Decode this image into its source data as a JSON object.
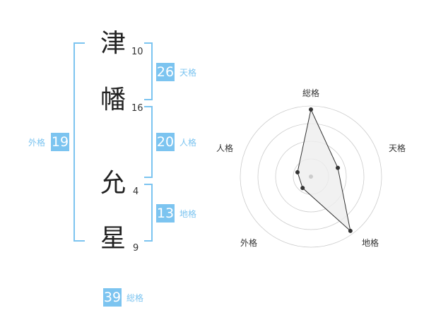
{
  "name": {
    "chars": [
      {
        "char": "津",
        "strokes": "10"
      },
      {
        "char": "幡",
        "strokes": "16"
      },
      {
        "char": "允",
        "strokes": "4"
      },
      {
        "char": "星",
        "strokes": "9"
      }
    ]
  },
  "fortunes": {
    "tenkaku": {
      "value": "26",
      "label": "天格"
    },
    "jinkaku": {
      "value": "20",
      "label": "人格"
    },
    "chikaku": {
      "value": "13",
      "label": "地格"
    },
    "gaikaku": {
      "value": "19",
      "label": "外格"
    },
    "soukaku": {
      "value": "39",
      "label": "総格"
    }
  },
  "radar": {
    "axes": [
      "総格",
      "天格",
      "地格",
      "外格",
      "人格"
    ],
    "values": [
      0.95,
      0.4,
      0.95,
      0.2,
      0.2
    ],
    "rings": 4,
    "colors": {
      "ring": "#cccccc",
      "fill": "#eeeeee",
      "line": "#333333",
      "center": "#cccccc"
    }
  },
  "colors": {
    "accent": "#7cc4f0",
    "text": "#222222"
  }
}
